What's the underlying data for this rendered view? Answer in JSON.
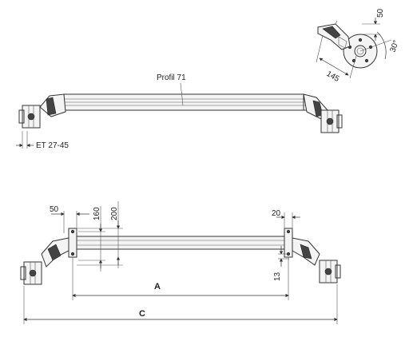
{
  "labels": {
    "profile": "Profil 71",
    "offset": "ET 27-45",
    "dim_top_50": "50",
    "dim_angle": "30°",
    "dim_145": "145",
    "dim_left_50": "50",
    "dim_160": "160",
    "dim_200": "200",
    "dim_20": "20",
    "dim_13": "13",
    "dim_a": "A",
    "dim_c": "C"
  }
}
